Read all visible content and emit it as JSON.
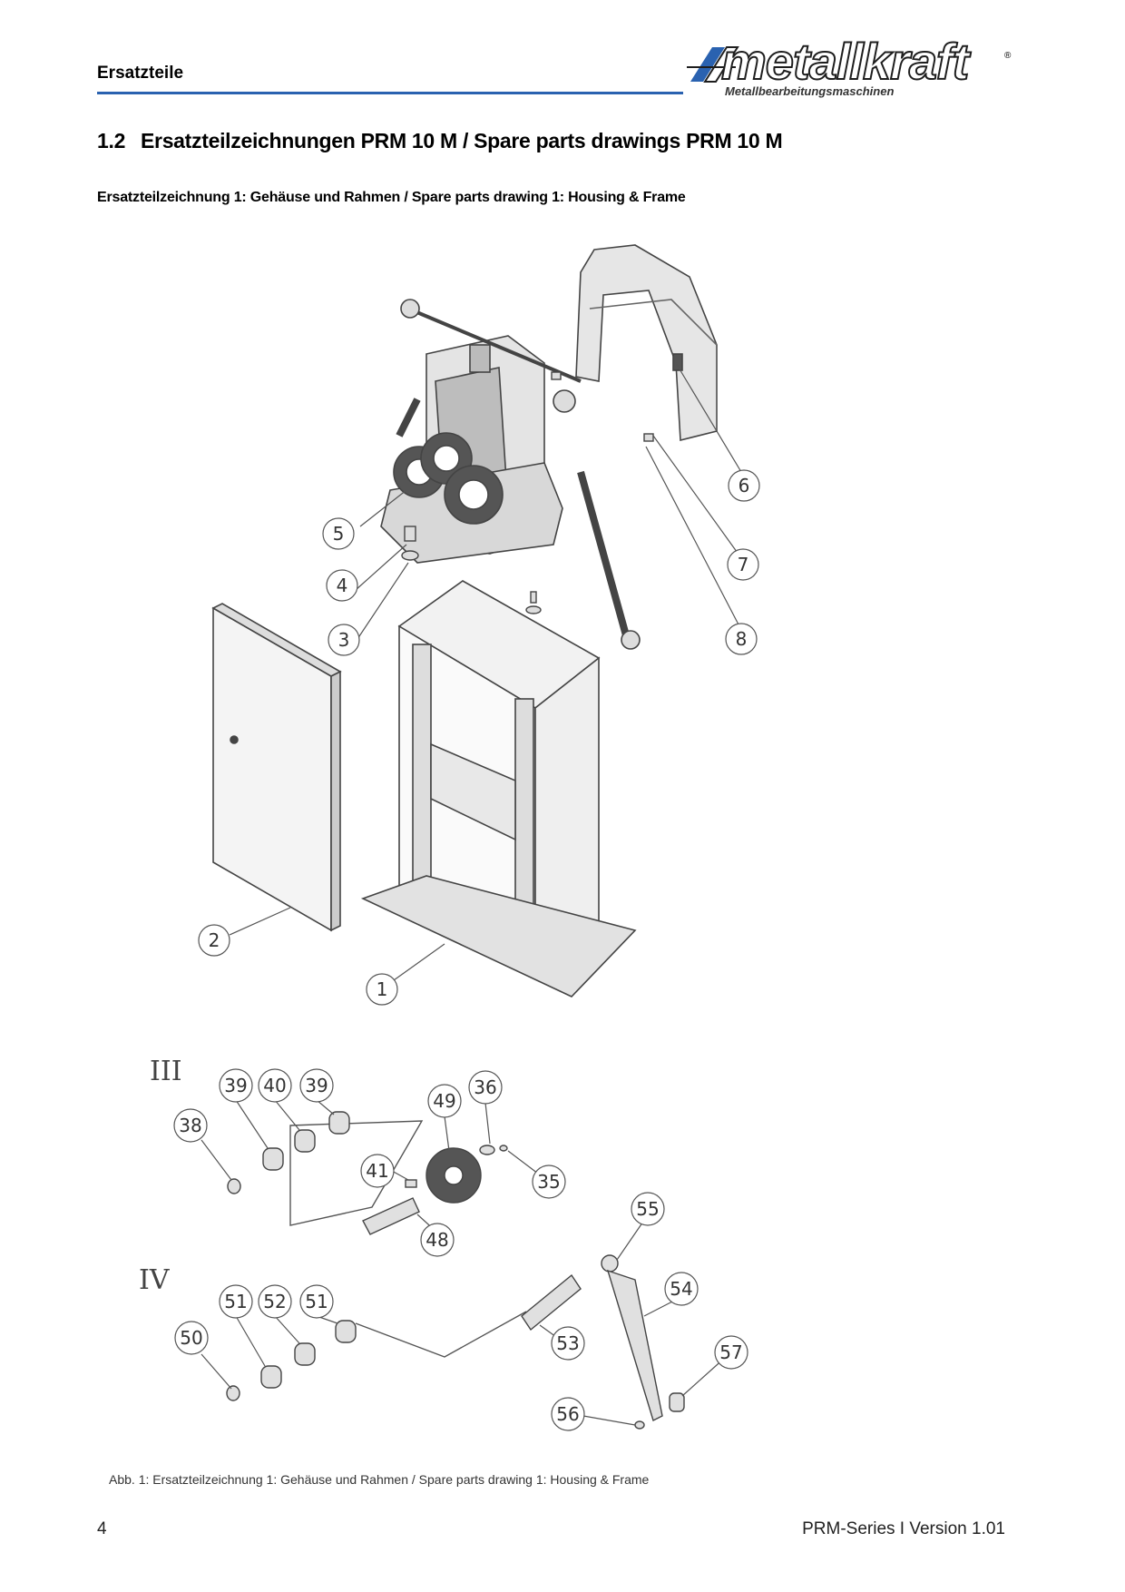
{
  "header": {
    "section_label": "Ersatzteile",
    "logo_text": "metallkraft",
    "logo_registered": "®",
    "logo_subtitle": "Metallbearbeitungsmaschinen",
    "accent_color": "#2a62b0"
  },
  "title": {
    "number": "1.2",
    "text": "Ersatzteilzeichnungen PRM 10 M / Spare parts drawings PRM 10 M"
  },
  "subtitle": "Ersatzteilzeichnung 1: Gehäuse und Rahmen / Spare parts drawing 1: Housing & Frame",
  "callouts_main": [
    "1",
    "2",
    "3",
    "4",
    "5",
    "6",
    "7",
    "8"
  ],
  "group_labels": [
    "III",
    "IV"
  ],
  "callouts_group3": [
    "38",
    "39",
    "40",
    "39",
    "49",
    "36",
    "41",
    "35",
    "48"
  ],
  "callouts_group4": [
    "50",
    "51",
    "52",
    "51",
    "53",
    "55",
    "54",
    "57",
    "56"
  ],
  "caption": "Abb. 1: Ersatzteilzeichnung 1: Gehäuse und Rahmen / Spare parts drawing 1: Housing & Frame",
  "footer": {
    "page_number": "4",
    "doc_version": "PRM-Series I Version 1.01"
  }
}
